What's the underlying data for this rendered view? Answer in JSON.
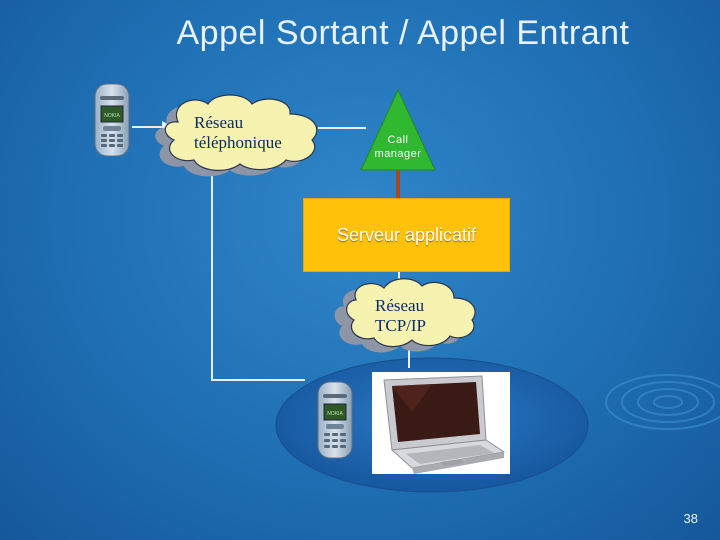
{
  "slide": {
    "title": "Appel Sortant  / Appel Entrant",
    "number": "38"
  },
  "diagram": {
    "reseau_telephonique": [
      "Réseau",
      "téléphonique"
    ],
    "call_manager": [
      "Call",
      "manager"
    ],
    "serveur_applicatif": "Serveur applicatif",
    "reseau_tcpip": [
      "Réseau",
      "TCP/IP"
    ]
  },
  "colors": {
    "background": "#1f6fb4",
    "cloud": "#f6f3b0",
    "triangle": "#2fb830",
    "server": "#ffc10a",
    "ellipse": "#1a5fa8",
    "connector": "#e8eef6",
    "manager_link": "#a04a28"
  },
  "icons": [
    "mobile-phone-icon",
    "mobile-phone-icon",
    "laptop-icon",
    "water-ripple-decoration"
  ]
}
